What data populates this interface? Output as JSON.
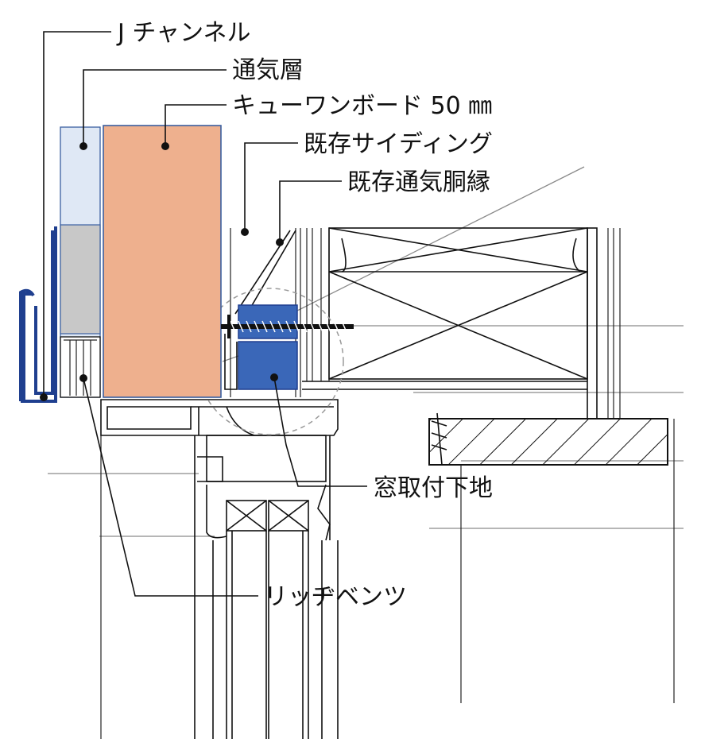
{
  "labels": {
    "j_channel": "J チャンネル",
    "ventilation_layer": "通気層",
    "kyuone_board": "キューワンボード 50 ㎜",
    "existing_siding": "既存サイディング",
    "existing_furring": "既存通気胴縁",
    "window_base": "窓取付下地",
    "rich_vents": "リッヂベンツ"
  },
  "colors": {
    "j_channel": "#1f3f8f",
    "ventilation_layer": "#dfe8f5",
    "gray_block": "#c8c8c8",
    "board": "#eeb08e",
    "window_base": "#3a67b8",
    "line": "#111111",
    "hidden_circle": "#9a9a9a"
  }
}
